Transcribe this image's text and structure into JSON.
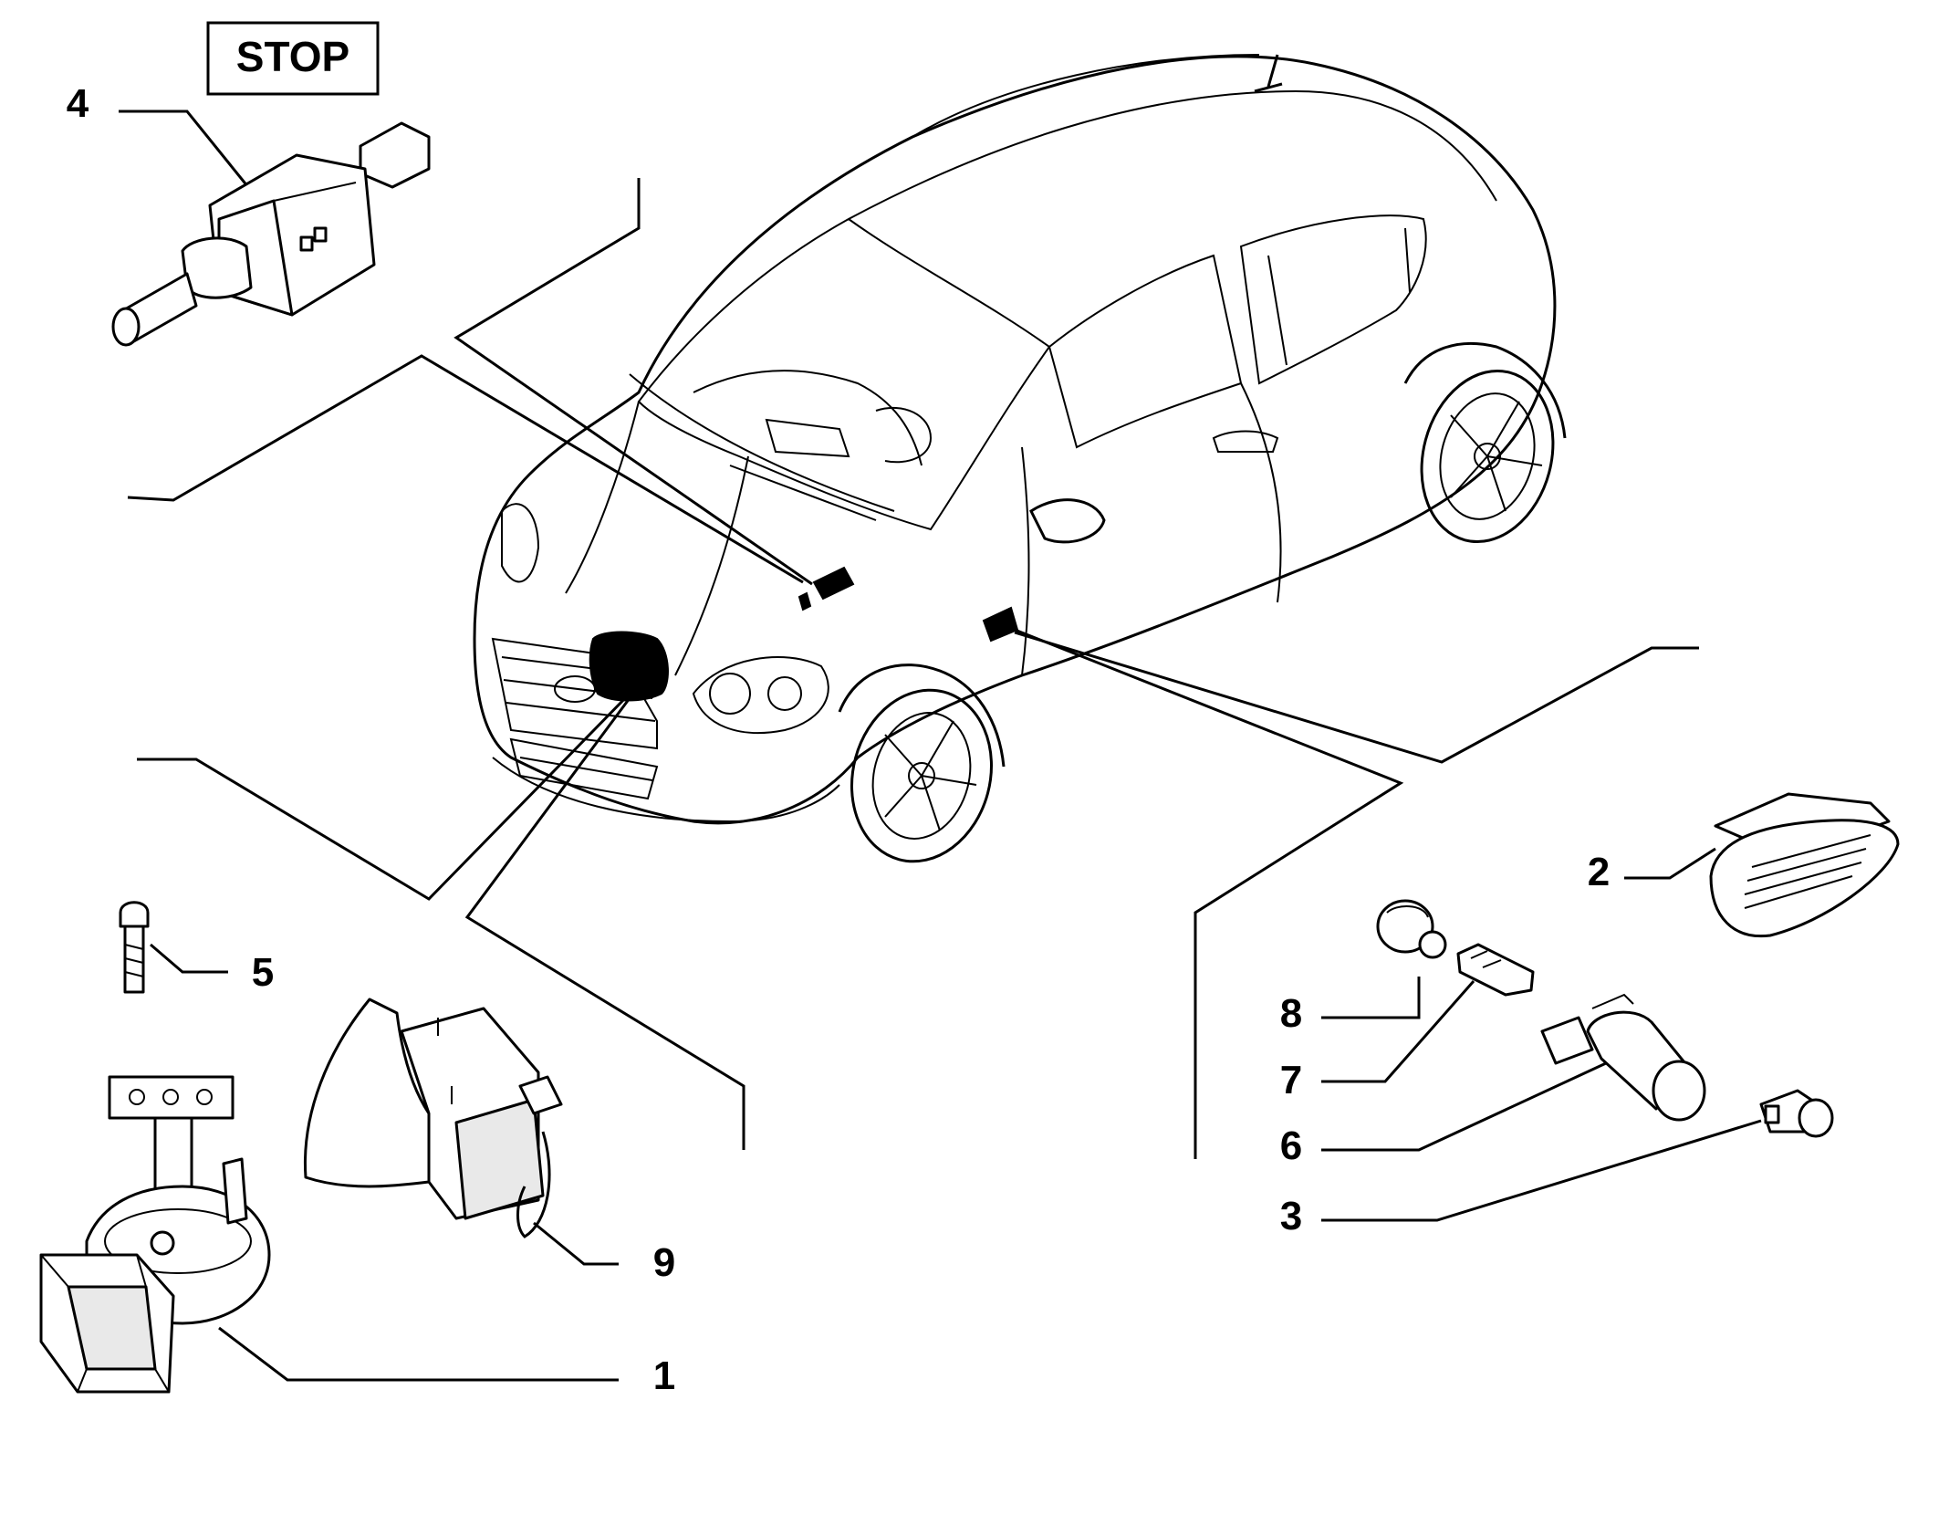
{
  "diagram": {
    "header_box": {
      "label": "STOP"
    },
    "callouts": [
      {
        "id": "callout-4",
        "text": "4"
      },
      {
        "id": "callout-2",
        "text": "2"
      },
      {
        "id": "callout-5",
        "text": "5"
      },
      {
        "id": "callout-8",
        "text": "8"
      },
      {
        "id": "callout-7",
        "text": "7"
      },
      {
        "id": "callout-6",
        "text": "6"
      },
      {
        "id": "callout-3",
        "text": "3"
      },
      {
        "id": "callout-9",
        "text": "9"
      },
      {
        "id": "callout-1",
        "text": "1"
      }
    ],
    "parts": [
      {
        "name": "stop-light-switch-icon"
      },
      {
        "name": "side-repeater-lamp-icon"
      },
      {
        "name": "bolt-icon"
      },
      {
        "name": "grommet-icon"
      },
      {
        "name": "terminal-clip-icon"
      },
      {
        "name": "lamp-holder-icon"
      },
      {
        "name": "bulb-icon"
      },
      {
        "name": "horn-trumpet-icon"
      },
      {
        "name": "horn-disc-icon"
      },
      {
        "name": "hatchback-car-icon"
      }
    ]
  }
}
